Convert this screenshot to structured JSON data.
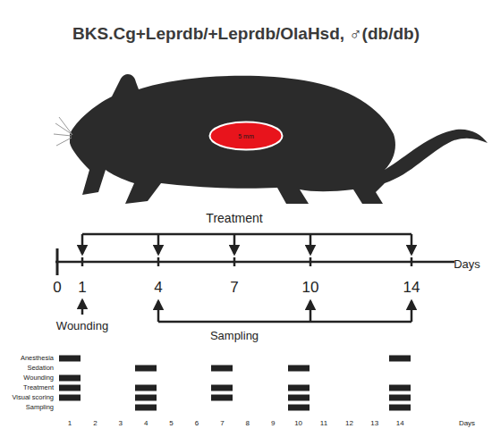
{
  "diagram": {
    "title": "BKS.Cg+Leprdb/+Leprdb/OlaHsd, ♂(db/db)",
    "nodes": [
      {
        "text": [
          "5 mm"
        ]
      }
    ],
    "labels": [
      "Treatment",
      "Days",
      "0",
      "1",
      "4",
      "7",
      "10",
      "14",
      "Wounding",
      "Sampling",
      "Anesthesia",
      "Sedation",
      "Wounding",
      "Treatment",
      "Visual scoring",
      "Sampling",
      "1",
      "2",
      "3",
      "4",
      "5",
      "6",
      "7",
      "8",
      "9",
      "10",
      "11",
      "12",
      "13",
      "14",
      "Days"
    ]
  }
}
